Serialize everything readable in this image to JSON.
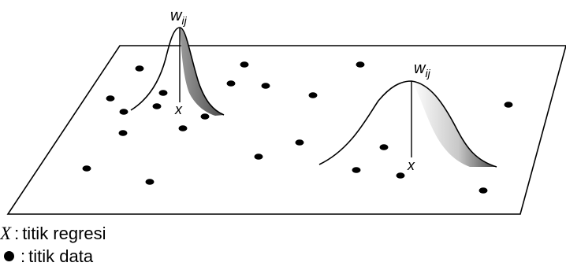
{
  "peaks": [
    {
      "weight_label": "w",
      "weight_subscript": "ij",
      "point_label": "x"
    },
    {
      "weight_label": "w",
      "weight_subscript": "ij",
      "point_label": "x"
    }
  ],
  "legend": [
    {
      "symbol": "X",
      "separator": ":",
      "text": "titik regresi"
    },
    {
      "symbol": "●",
      "separator": ":",
      "text": "titik data"
    }
  ],
  "colors": {
    "ink": "#000000",
    "shade_dark": "#6b6b6b",
    "shade_light": "#ffffff"
  }
}
